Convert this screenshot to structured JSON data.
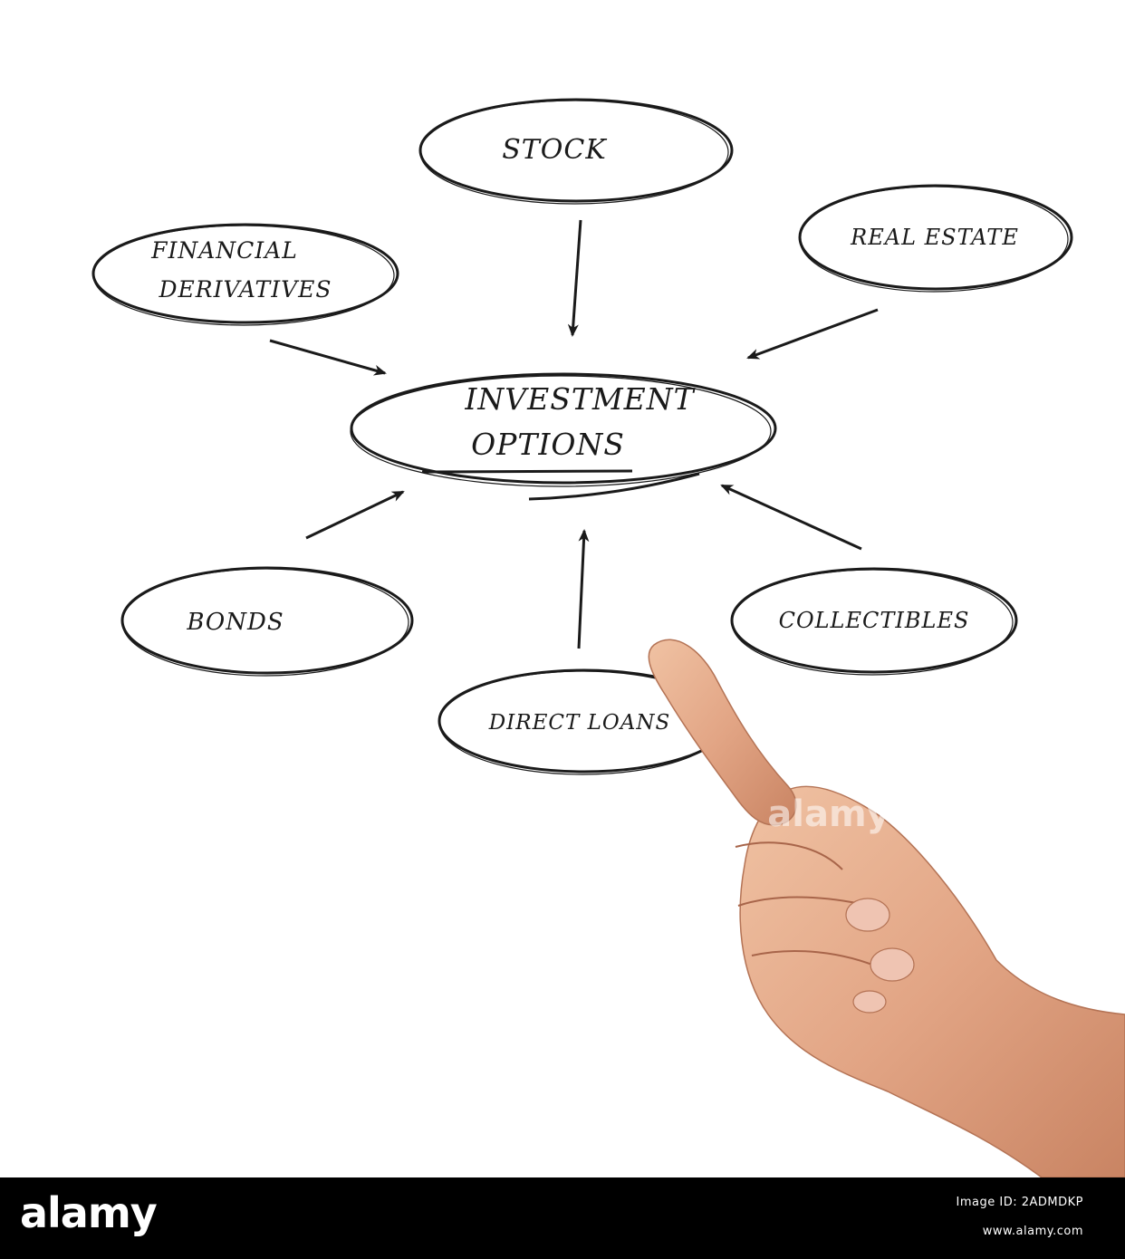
{
  "diagram": {
    "center": {
      "line1": "INVESTMENT",
      "line2": "OPTIONS"
    },
    "nodes": {
      "stock": "STOCK",
      "real_estate": "REAL ESTATE",
      "financial_derivatives_line1": "FINANCIAL",
      "financial_derivatives_line2": "DERIVATIVES",
      "bonds": "BONDS",
      "direct_loans": "DIRECT LOANS",
      "collectibles": "COLLECTIBLES"
    }
  },
  "watermark": {
    "text": "alamy"
  },
  "footer": {
    "brand": "alamy",
    "image_id": "Image ID: 2ADMDKP",
    "site": "www.alamy.com"
  },
  "colors": {
    "ink": "#1a1a1a",
    "skin": "#e2a585",
    "footer_bg": "#000000"
  }
}
